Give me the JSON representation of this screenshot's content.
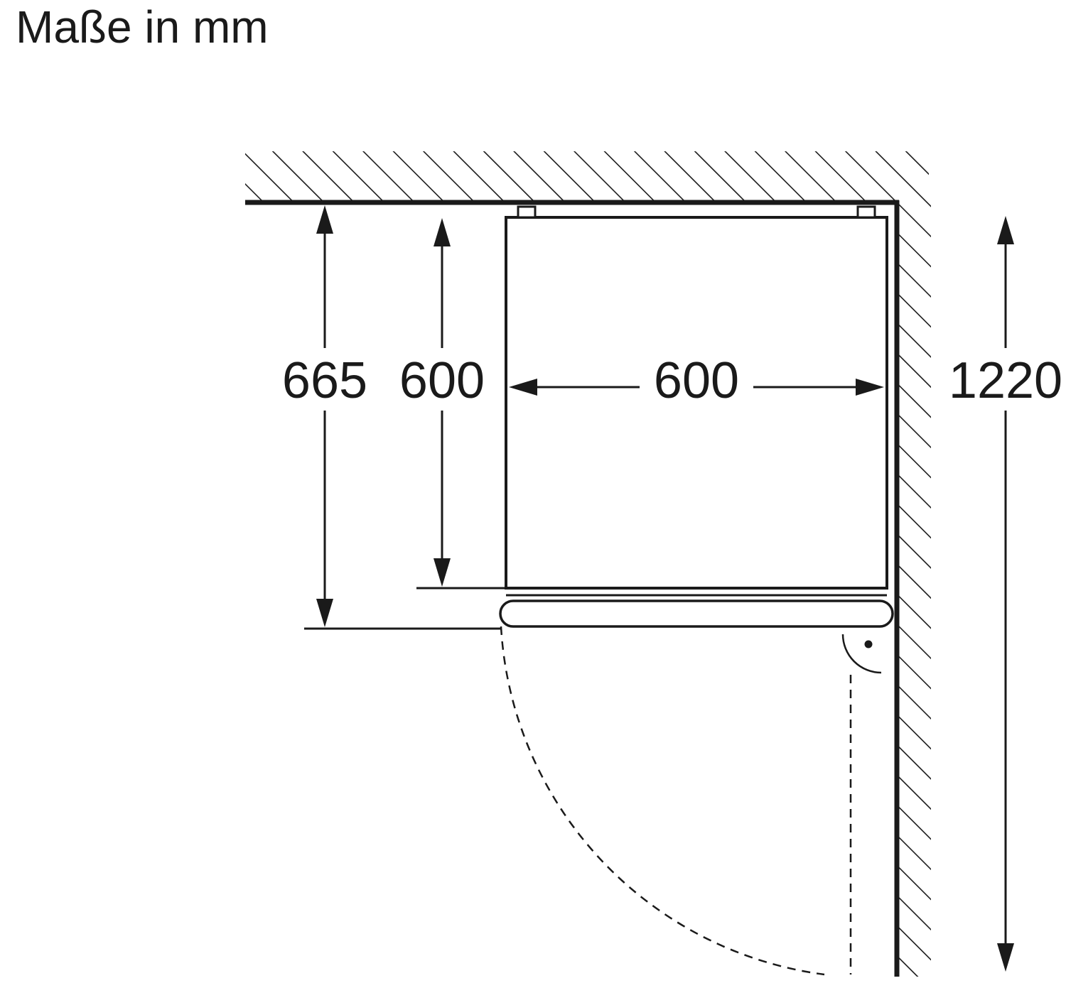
{
  "title": "Maße in mm",
  "colors": {
    "line": "#1a1a1a",
    "background": "#ffffff"
  },
  "units": "mm",
  "dimensions": {
    "niche_depth_with_door": "665",
    "appliance_depth": "600",
    "appliance_width": "600",
    "wall_side_length": "1220"
  }
}
